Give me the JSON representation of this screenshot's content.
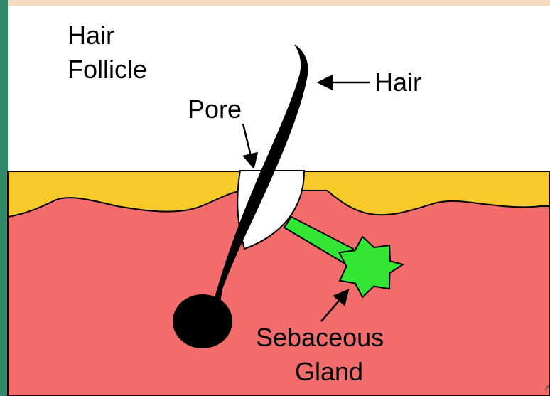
{
  "labels": {
    "hair_follicle_line1": "Hair",
    "hair_follicle_line2": "Follicle",
    "hair": "Hair",
    "pore": "Pore",
    "sebaceous_gland_line1": "Sebaceous",
    "sebaceous_gland_line2": "Gland"
  },
  "colors": {
    "frame_top": "#f4dcc0",
    "frame_left": "#2f8a6a",
    "background": "#ffffff",
    "epidermis": "#f8c92a",
    "dermis": "#f36c6c",
    "hair": "#000000",
    "pore": "#ffffff",
    "gland": "#33e633",
    "outline": "#000000"
  }
}
